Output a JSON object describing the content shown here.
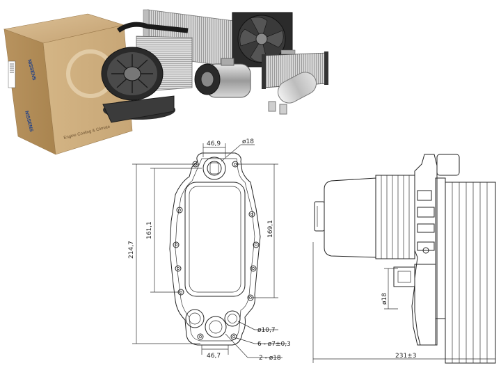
{
  "product_photo": {
    "box_brand": "NISSENS",
    "box_tagline": "Engine Cooling & Climate"
  },
  "front_view": {
    "top_width": "46,9",
    "bottom_width": "46,7",
    "inner_height": "161,1",
    "overall_height": "214,7",
    "right_height": "169,1",
    "top_hole": "ø18",
    "port_hole": "ø10,7",
    "bolt_holes": "6 - ø7±0,3",
    "bottom_holes": "2 - ø18"
  },
  "side_view": {
    "pipe_diameter": "ø18",
    "total_length": "231±3"
  },
  "colors": {
    "line": "#222222",
    "box_cardboard": "#c9a77a",
    "box_label": "#1b3f8a"
  }
}
